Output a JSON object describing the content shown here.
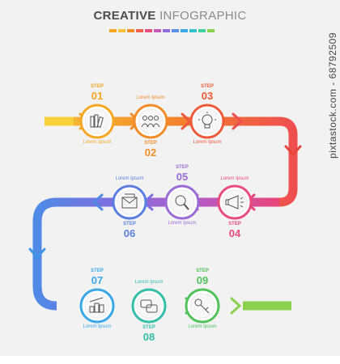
{
  "title": {
    "bold": "CREATIVE",
    "light": "INFOGRAPHIC"
  },
  "palette": [
    "#f5a623",
    "#f7c23a",
    "#f28c28",
    "#ef5f4a",
    "#e94b7b",
    "#c25cb6",
    "#8f6dd6",
    "#5b8fe6",
    "#3aa7e8",
    "#33c1c9",
    "#3fd1a2",
    "#8bd14f"
  ],
  "steps": [
    {
      "word": "STEP",
      "num": "01",
      "label": "Lorem Ipsum",
      "color": "#f5a623",
      "icon": "books-icon"
    },
    {
      "word": "STEP",
      "num": "02",
      "label": "Lorem Ipsum",
      "color": "#f28c28",
      "icon": "team-icon"
    },
    {
      "word": "STEP",
      "num": "03",
      "label": "Lorem Ipsum",
      "color": "#ef5a3a",
      "icon": "lightbulb-icon"
    },
    {
      "word": "STEP",
      "num": "04",
      "label": "Lorem Ipsum",
      "color": "#e94b7b",
      "icon": "megaphone-icon"
    },
    {
      "word": "STEP",
      "num": "05",
      "label": "Lorem Ipsum",
      "color": "#9b6bd6",
      "icon": "magnifier-icon"
    },
    {
      "word": "STEP",
      "num": "06",
      "label": "Lorem Ipsum",
      "color": "#5b7fe0",
      "icon": "mail-icon"
    },
    {
      "word": "STEP",
      "num": "07",
      "label": "Lorem Ipsum",
      "color": "#3aa7e8",
      "icon": "money-icon"
    },
    {
      "word": "STEP",
      "num": "08",
      "label": "Lorem Ipsum",
      "color": "#33bfa8",
      "icon": "chat-icon"
    },
    {
      "word": "STEP",
      "num": "09",
      "label": "Lorem Ipsum",
      "color": "#4fc35a",
      "icon": "key-icon"
    }
  ],
  "stock": {
    "side": "pixtastock.com - 68792509"
  }
}
